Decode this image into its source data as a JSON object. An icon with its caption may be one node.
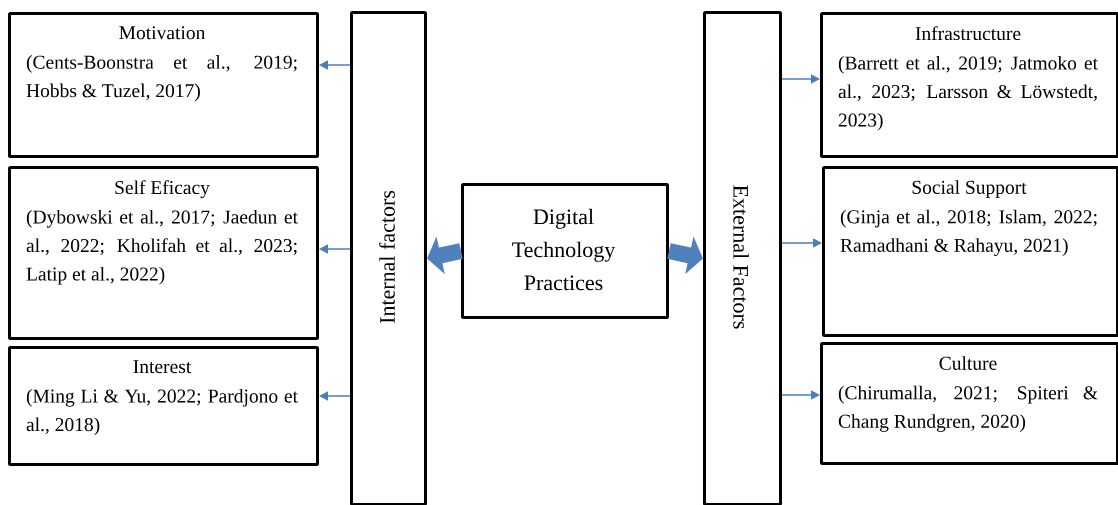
{
  "diagram": {
    "nodes": [
      {
        "text": [
          "Motivation",
          "(Cents-Boonstra et al., 2019; Hobbs & Tuzel, 2017)"
        ]
      },
      {
        "text": [
          "Self Eficacy",
          "(Dybowski et al., 2017; Jaedun et al., 2022; Kholifah et al., 2023; Latip et al., 2022)"
        ]
      },
      {
        "text": [
          "Interest",
          "(Ming Li & Yu, 2022; Pardjono et al., 2018)"
        ]
      },
      {
        "text": [
          "Internal factors"
        ]
      },
      {
        "text": [
          "Digital Technology Practices"
        ]
      },
      {
        "text": [
          "External Factors"
        ]
      },
      {
        "text": [
          "Infrastructure",
          "(Barrett et al., 2019; Jatmoko et al., 2023; Larsson & Löwstedt, 2023)"
        ]
      },
      {
        "text": [
          "Social Support",
          "(Ginja et al., 2018; Islam, 2022; Ramadhani & Rahayu, 2021)"
        ]
      },
      {
        "text": [
          "Culture",
          "(Chirumalla, 2021; Spiteri & Chang Rundgren, 2020)"
        ]
      }
    ],
    "edges": [
      {
        "from": 3,
        "to": 0,
        "arrow": "to"
      },
      {
        "from": 3,
        "to": 1,
        "arrow": "to"
      },
      {
        "from": 3,
        "to": 2,
        "arrow": "to"
      },
      {
        "from": 4,
        "to": 3,
        "arrow": "to",
        "style": "thick"
      },
      {
        "from": 4,
        "to": 5,
        "arrow": "to",
        "style": "thick"
      },
      {
        "from": 5,
        "to": 6,
        "arrow": "to"
      },
      {
        "from": 5,
        "to": 7,
        "arrow": "to"
      },
      {
        "from": 5,
        "to": 8,
        "arrow": "to"
      }
    ]
  }
}
